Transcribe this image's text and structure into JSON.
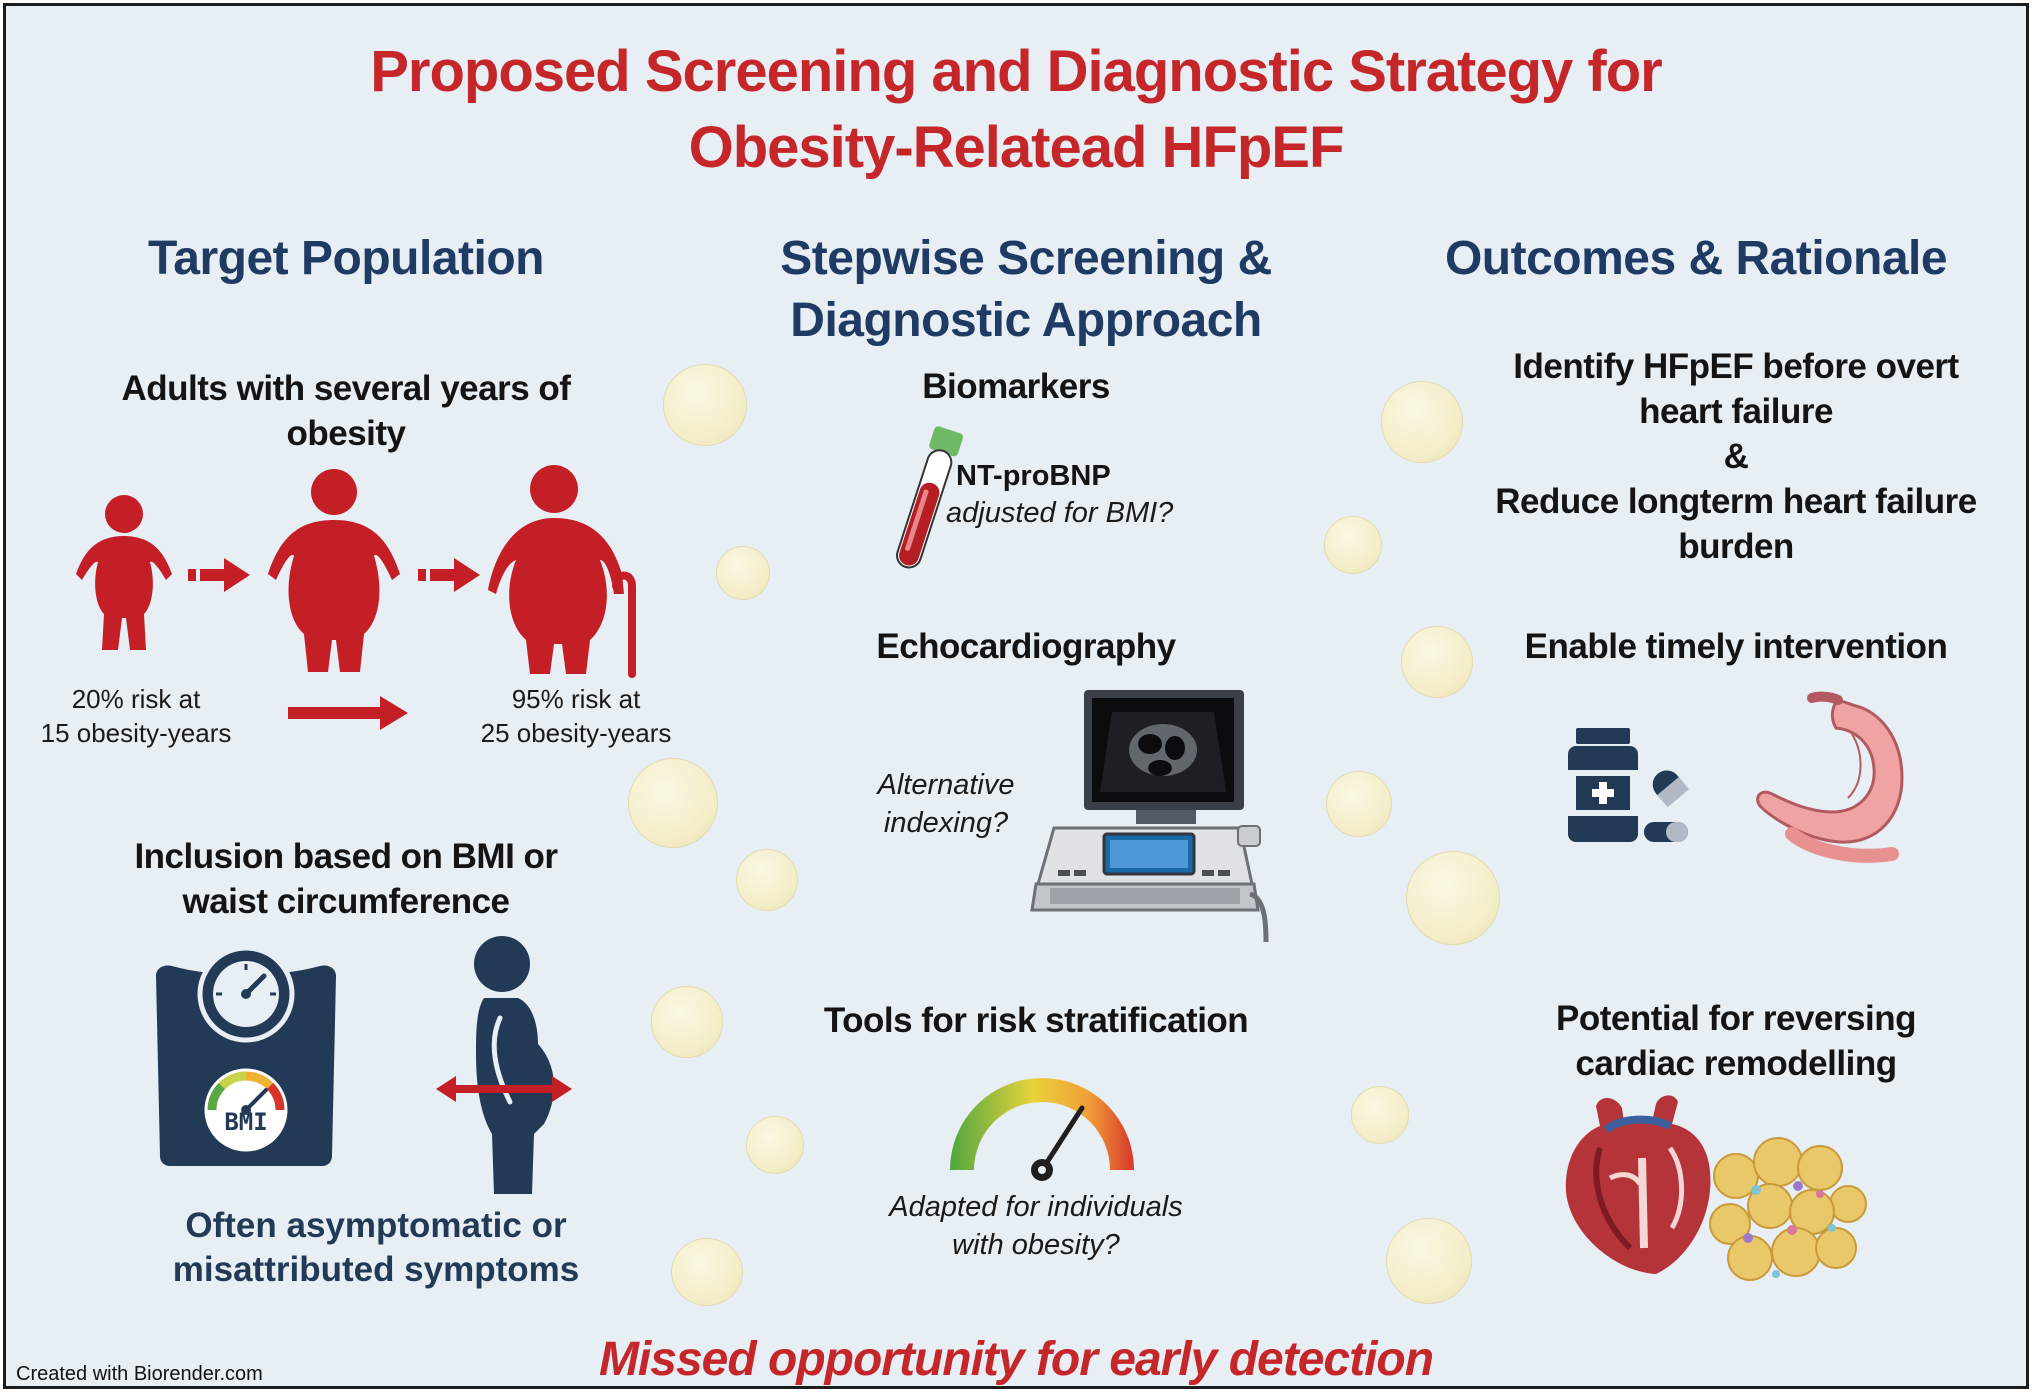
{
  "title": {
    "line1": "Proposed Screening and Diagnostic Strategy for",
    "line2": "Obesity-Relatead HFpEF"
  },
  "columns": {
    "target_population": {
      "heading": "Target Population",
      "adults_heading_line1": "Adults with several years of",
      "adults_heading_line2": "obesity",
      "risk_left_line1": "20% risk at",
      "risk_left_line2": "15 obesity-years",
      "risk_right_line1": "95% risk at",
      "risk_right_line2": "25 obesity-years",
      "inclusion_line1": "Inclusion based on BMI or",
      "inclusion_line2": "waist circumference",
      "scale_label": "BMI",
      "asymptomatic_line1": "Often asymptomatic or",
      "asymptomatic_line2": "misattributed symptoms"
    },
    "stepwise": {
      "heading_line1": "Stepwise Screening &",
      "heading_line2": "Diagnostic Approach",
      "biomarkers": "Biomarkers",
      "ntprobnp": "NT-proBNP",
      "adjusted": "adjusted for BMI?",
      "echo": "Echocardiography",
      "alt_line1": "Alternative",
      "alt_line2": "indexing?",
      "tools": "Tools for risk stratification",
      "adapted_line1": "Adapted for individuals",
      "adapted_line2": "with obesity?"
    },
    "outcomes": {
      "heading": "Outcomes & Rationale",
      "identify_line1": "Identify HFpEF before overt",
      "identify_line2": "heart failure",
      "amp": "&",
      "reduce_line1": "Reduce longterm heart failure",
      "reduce_line2": "burden",
      "timely": "Enable timely intervention",
      "potential_line1": "Potential for reversing",
      "potential_line2": "cardiac remodelling"
    }
  },
  "footer": "Missed opportunity for early detection",
  "credit": "Created with Biorender.com",
  "colors": {
    "title_red": "#c4262a",
    "heading_navy": "#1f3a63",
    "background": "#e7eef4",
    "figure_red": "#c41f26"
  },
  "icons": [
    "person-child-icon",
    "person-obese-icon",
    "person-elderly-cane-icon",
    "arrow-right-icon",
    "scale-icon",
    "bmi-gauge-icon",
    "waist-silhouette-icon",
    "blood-tube-icon",
    "ultrasound-machine-icon",
    "risk-gauge-icon",
    "pill-bottle-icon",
    "stomach-icon",
    "heart-icon",
    "adipose-tissue-icon"
  ]
}
